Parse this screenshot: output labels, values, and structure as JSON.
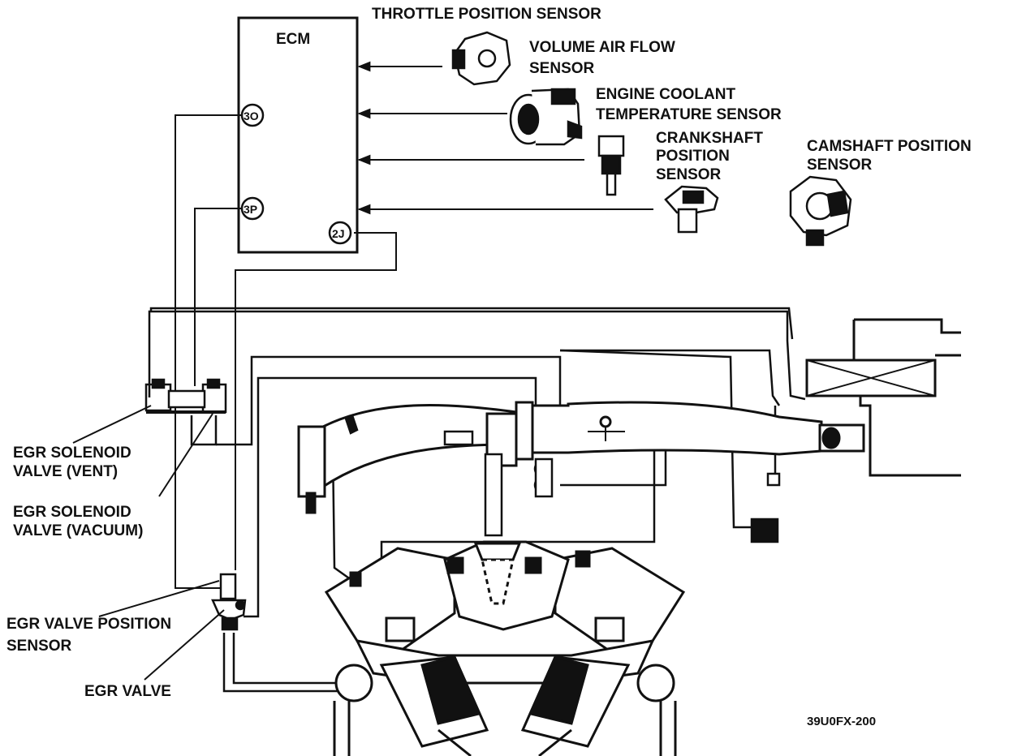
{
  "ecm": {
    "title": "ECM",
    "pins": {
      "p3o": "3O",
      "p3p": "3P",
      "p2j": "2J"
    }
  },
  "labels": {
    "tps": "THROTTLE POSITION SENSOR",
    "vaf_1": "VOLUME AIR FLOW",
    "vaf_2": "SENSOR",
    "ect_1": "ENGINE COOLANT",
    "ect_2": "TEMPERATURE SENSOR",
    "ckp_1": "CRANKSHAFT",
    "ckp_2": "POSITION",
    "ckp_3": "SENSOR",
    "cmp_1": "CAMSHAFT POSITION",
    "cmp_2": "SENSOR",
    "egr_vent_1": "EGR SOLENOID",
    "egr_vent_2": "VALVE (VENT)",
    "egr_vac_1": "EGR SOLENOID",
    "egr_vac_2": "VALVE (VACUUM)",
    "egr_pos_1": "EGR VALVE POSITION",
    "egr_pos_2": "SENSOR",
    "egr_valve": "EGR VALVE"
  },
  "figure_code": "39U0FX-200"
}
